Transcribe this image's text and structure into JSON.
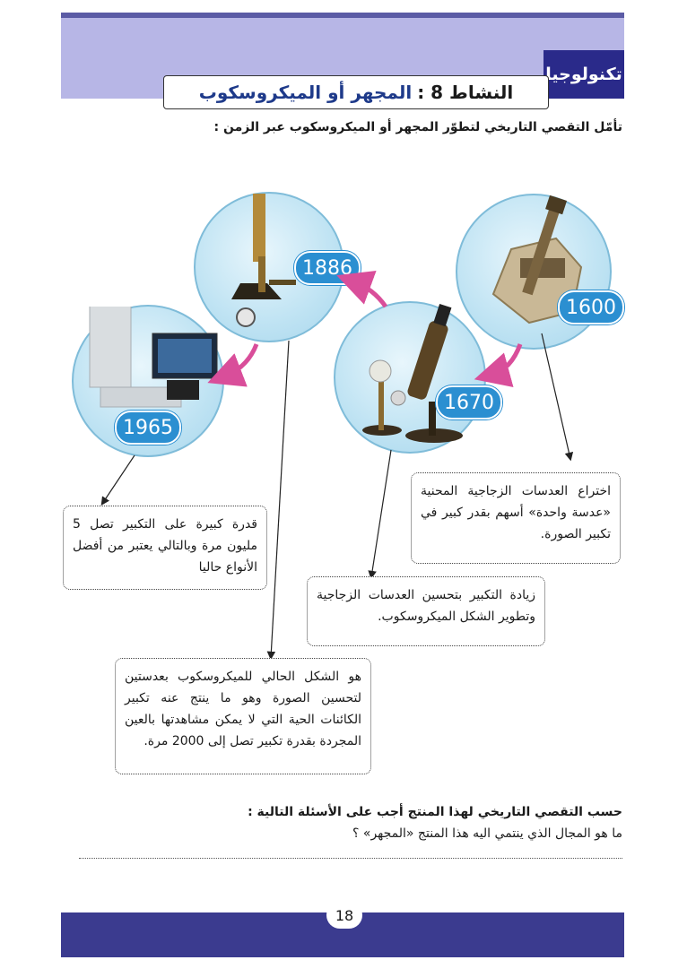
{
  "header": {
    "subject": "تكنولوجيا",
    "activity_label": "النشاط 8 :",
    "activity_title": "المجهر أو الميكروسكوب"
  },
  "instruction": "تأمّل التقصي التاريخي لتطوّر المجهر أو الميكروسكوب عبر الزمن :",
  "timeline": {
    "y1600": "1600",
    "y1670": "1670",
    "y1886": "1886",
    "y1965": "1965"
  },
  "notes": {
    "n1600": "اختراع العدسات الزجاجية المحنية «عدسة واحدة» أسهم بقدر كبير في تكبير الصورة.",
    "n1670": "زيادة التكبير بتحسين العدسات الزجاجية وتطوير الشكل الميكروسكوب.",
    "n1886": "هو الشكل الحالي للميكروسكوب بعدستين لتحسين الصورة وهو ما ينتج عنه تكبير الكائنات الحية التي لا يمكن مشاهدتها بالعين المجردة بقدرة تكبير تصل إلى 2000 مرة.",
    "n1965": "قدرة كبيرة على التكبير تصل 5 مليون مرة وبالتالي يعتبر من أفضل الأنواع حاليا"
  },
  "questions": {
    "title": "حسب التقصي التاريخي لهذا المنتج أجب على الأسئلة التالية :",
    "q1": "ما هو المجال الذي ينتمي اليه هذا المنتج «المجهر» ؟"
  },
  "footer": {
    "page_number": "18"
  },
  "colors": {
    "header_band": "#b7b6e6",
    "subject_tab": "#2a2a8a",
    "year_badge": "#2b8fd1",
    "arrow": "#d94e9a",
    "footer_band": "#3b3b8f"
  }
}
